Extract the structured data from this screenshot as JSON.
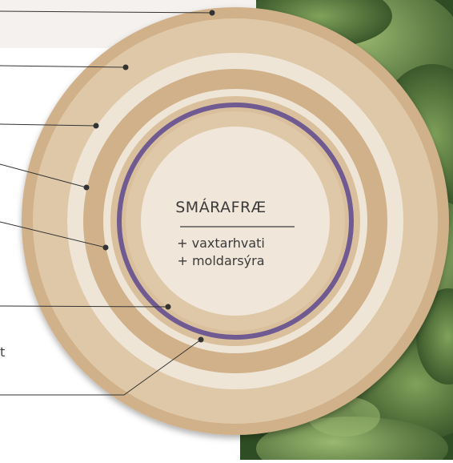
{
  "center": {
    "title": "SMÁRAFRÆ",
    "line1": "+ vaxtarhvati",
    "line2": "+ moldarsýra"
  },
  "edge_fragment": "t",
  "colors": {
    "ring_dark": "#d1b18a",
    "ring_mid": "#dfc8a8",
    "ring_light": "#efe5d7",
    "core": "#f0e6d9",
    "purple": "#705a92",
    "leader": "#333333",
    "panel": "#f4f1ee",
    "foliage_dark": "#2f4d24",
    "foliage_light": "#6f8f4a"
  },
  "callouts": [
    {
      "name": "callout-outer-ring"
    },
    {
      "name": "callout-ring-2"
    },
    {
      "name": "callout-ring-3"
    },
    {
      "name": "callout-ring-4"
    },
    {
      "name": "callout-ring-5"
    },
    {
      "name": "callout-ring-6"
    },
    {
      "name": "callout-purple-ring"
    }
  ]
}
